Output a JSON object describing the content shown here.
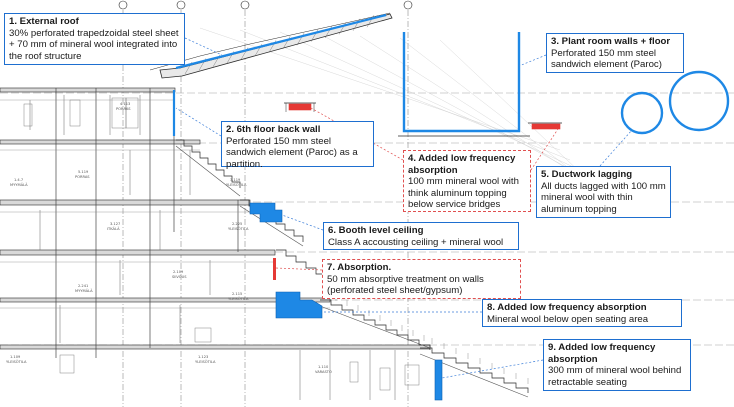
{
  "colors": {
    "line": "#2a2a2a",
    "grid": "#777777",
    "accent_blue": "#1e88e5",
    "callout_blue": "#1e6fd0",
    "leader": "#3d7fd9",
    "absorber_red": "#e53935"
  },
  "grid_markers": [
    "",
    "",
    "",
    ""
  ],
  "callouts": [
    {
      "title": "1. External roof",
      "body": "30% perforated trapedzoidal steel sheet + 70 mm of mineral wool integrated into the roof structure"
    },
    {
      "title": "2. 6th floor back wall",
      "body": "Perforated 150 mm steel sandwich element (Paroc) as a partition."
    },
    {
      "title": "3. Plant room walls + floor",
      "body": "Perforated 150 mm steel sandwich element (Paroc)"
    },
    {
      "title": "4. Added low frequency absorption",
      "body": "100 mm mineral wool with think aluminum topping below service bridges"
    },
    {
      "title": "5. Ductwork lagging",
      "body": "All ducts lagged with 100 mm mineral wool with thin aluminum topping"
    },
    {
      "title": "6. Booth level ceiling",
      "body": "Class A accousting ceiling + mineral wool"
    },
    {
      "title": "7. Absorption.",
      "body": "50 mm absorptive treatment on walls (perforated steel sheet/gypsum)"
    },
    {
      "title": "8. Added low frequency absorption",
      "body": "Mineral wool below open seating area"
    },
    {
      "title": "9. Added low frequency absorption",
      "body": "300 mm of mineral wool behind retractable seating"
    }
  ],
  "room_labels": [
    {
      "code": "4.113",
      "name": "PORRAS"
    },
    {
      "code": "1.4.7",
      "name": "MYYMÄLÄ"
    },
    {
      "code": "5.119",
      "name": "PORRAS"
    },
    {
      "code": "3.119",
      "name": "YLEISÖTILA"
    },
    {
      "code": "3.127",
      "name": "ITKÄLÄ"
    },
    {
      "code": "2.225",
      "name": "YLEISÖTILA"
    },
    {
      "code": "2.241",
      "name": "MYYMÄLÄ"
    },
    {
      "code": "2.115",
      "name": "YLEISÖTILA"
    },
    {
      "code": "2.109",
      "name": "SIIVOUS"
    },
    {
      "code": "1.109",
      "name": "YLEISÖTILA"
    },
    {
      "code": "1.123",
      "name": "YLEISÖTILA"
    },
    {
      "code": "1.110",
      "name": "VARASTO"
    }
  ]
}
